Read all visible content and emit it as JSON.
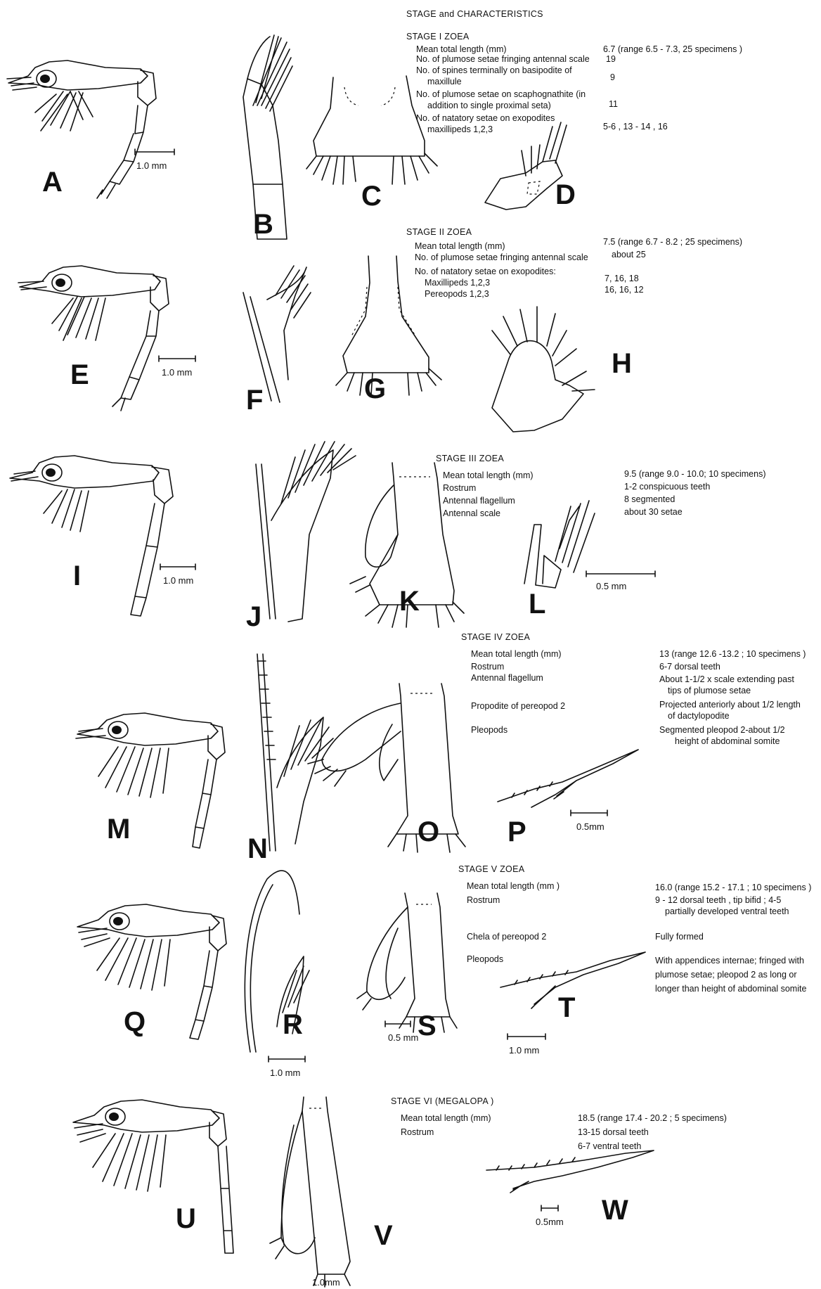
{
  "title": "STAGE and CHARACTERISTICS",
  "figure_labels": [
    "A",
    "B",
    "C",
    "D",
    "E",
    "F",
    "G",
    "H",
    "I",
    "J",
    "K",
    "L",
    "M",
    "N",
    "O",
    "P",
    "Q",
    "R",
    "S",
    "T",
    "U",
    "V",
    "W"
  ],
  "scale_bars": [
    "1.0 mm",
    "1.0 mm",
    "1.0 mm",
    "0.5 mm",
    "0.5mm",
    "1.0 mm",
    "0.5 mm",
    "1.0 mm",
    "1.0mm",
    "0.5mm"
  ],
  "stages": [
    {
      "name": "STAGE I  ZOEA",
      "rows": [
        {
          "label": "Mean total length (mm)",
          "value": "6.7 (range 6.5 - 7.3, 25 specimens )"
        },
        {
          "label": "No. of plumose setae fringing antennal scale",
          "value": "19"
        },
        {
          "label": "No. of spines terminally on basipodite of",
          "label2": "maxillule",
          "value": "9"
        },
        {
          "label": "No. of plumose setae on scaphognathite (in",
          "label2": "addition to single proximal seta)",
          "value": "11"
        },
        {
          "label": "No. of natatory setae on exopodites",
          "label2": "maxillipeds 1,2,3",
          "value": "5-6 , 13 - 14 , 16"
        }
      ]
    },
    {
      "name": "STAGE II  ZOEA",
      "rows": [
        {
          "label": "Mean total length (mm)",
          "value": "7.5 (range 6.7 - 8.2 ; 25 specimens)"
        },
        {
          "label": "No. of plumose setae fringing antennal scale",
          "value": "about 25"
        },
        {
          "label": "No. of natatory setae on exopodites:",
          "value": ""
        },
        {
          "label": "Maxillipeds 1,2,3",
          "value": "7, 16, 18"
        },
        {
          "label": "Pereopods 1,2,3",
          "value": "16, 16, 12"
        }
      ]
    },
    {
      "name": "STAGE III  ZOEA",
      "rows": [
        {
          "label": "Mean total length (mm)",
          "value": "9.5 (range 9.0 - 10.0; 10 specimens)"
        },
        {
          "label": "Rostrum",
          "value": "1-2 conspicuous teeth"
        },
        {
          "label": "Antennal flagellum",
          "value": "8 segmented"
        },
        {
          "label": "Antennal scale",
          "value": "about 30 setae"
        }
      ]
    },
    {
      "name": "STAGE IV  ZOEA",
      "rows": [
        {
          "label": "Mean total length (mm)",
          "value": "13 (range 12.6 -13.2 ; 10 specimens )"
        },
        {
          "label": "Rostrum",
          "value": "6-7 dorsal teeth"
        },
        {
          "label": "Antennal flagellum",
          "value": "About 1-1/2 x scale extending past",
          "value2": "tips of plumose setae"
        },
        {
          "label": "Propodite of pereopod 2",
          "value": "Projected anteriorly about 1/2 length",
          "value2": "of dactylopodite"
        },
        {
          "label": "Pleopods",
          "value": "Segmented pleopod 2-about 1/2",
          "value2": "height of abdominal somite"
        }
      ]
    },
    {
      "name": "STAGE V  ZOEA",
      "rows": [
        {
          "label": "Mean total length (mm )",
          "value": "16.0 (range 15.2 - 17.1 ; 10 specimens )"
        },
        {
          "label": "Rostrum",
          "value": "9 - 12 dorsal teeth , tip bifid ; 4-5",
          "value2": "partially developed ventral teeth"
        },
        {
          "label": "Chela of pereopod 2",
          "value": "Fully formed"
        },
        {
          "label": "Pleopods",
          "value": "With appendices internae; fringed with",
          "value2": "plumose setae; pleopod 2 as long or",
          "value3": "longer than height of abdominal somite"
        }
      ]
    },
    {
      "name": "STAGE VI (MEGALOPA )",
      "rows": [
        {
          "label": "Mean total length (mm)",
          "value": "18.5 (range 17.4 - 20.2 ; 5 specimens)"
        },
        {
          "label": "Rostrum",
          "value": "13-15 dorsal teeth",
          "value2": "6-7 ventral teeth"
        }
      ]
    }
  ]
}
